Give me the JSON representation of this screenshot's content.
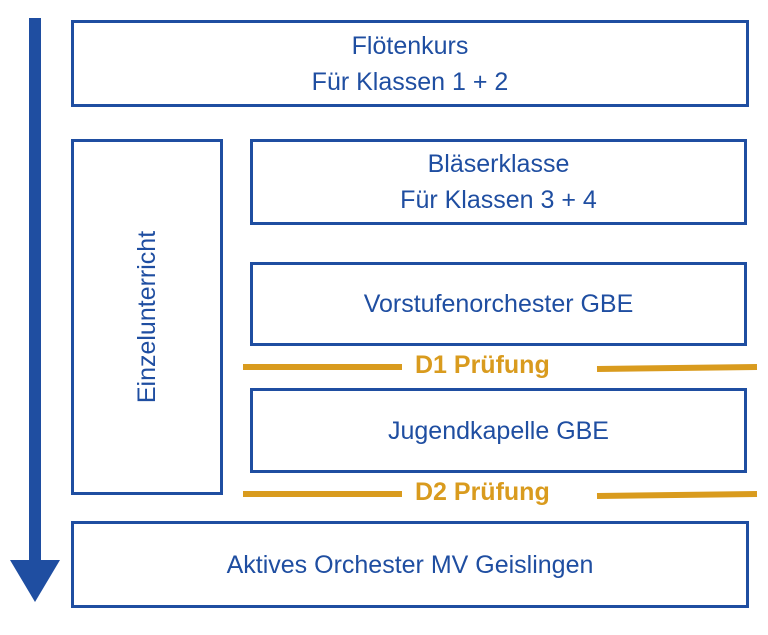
{
  "colors": {
    "blue": "#1F4EA1",
    "gold": "#D99B1E"
  },
  "boxes": {
    "floetenkurs": {
      "line1": "Flötenkurs",
      "line2": "Für Klassen 1 + 2"
    },
    "blaeserklasse": {
      "line1": "Bläserklasse",
      "line2": "Für Klassen 3 + 4"
    },
    "vorstufenorchester": {
      "label": "Vorstufenorchester GBE"
    },
    "jugendkapelle": {
      "label": "Jugendkapelle GBE"
    },
    "einzelunterricht": {
      "label": "Einzelunterricht"
    },
    "aktives_orchester": {
      "label": "Aktives Orchester MV Geislingen"
    }
  },
  "exams": {
    "d1": "D1 Prüfung",
    "d2": "D2 Prüfung"
  }
}
